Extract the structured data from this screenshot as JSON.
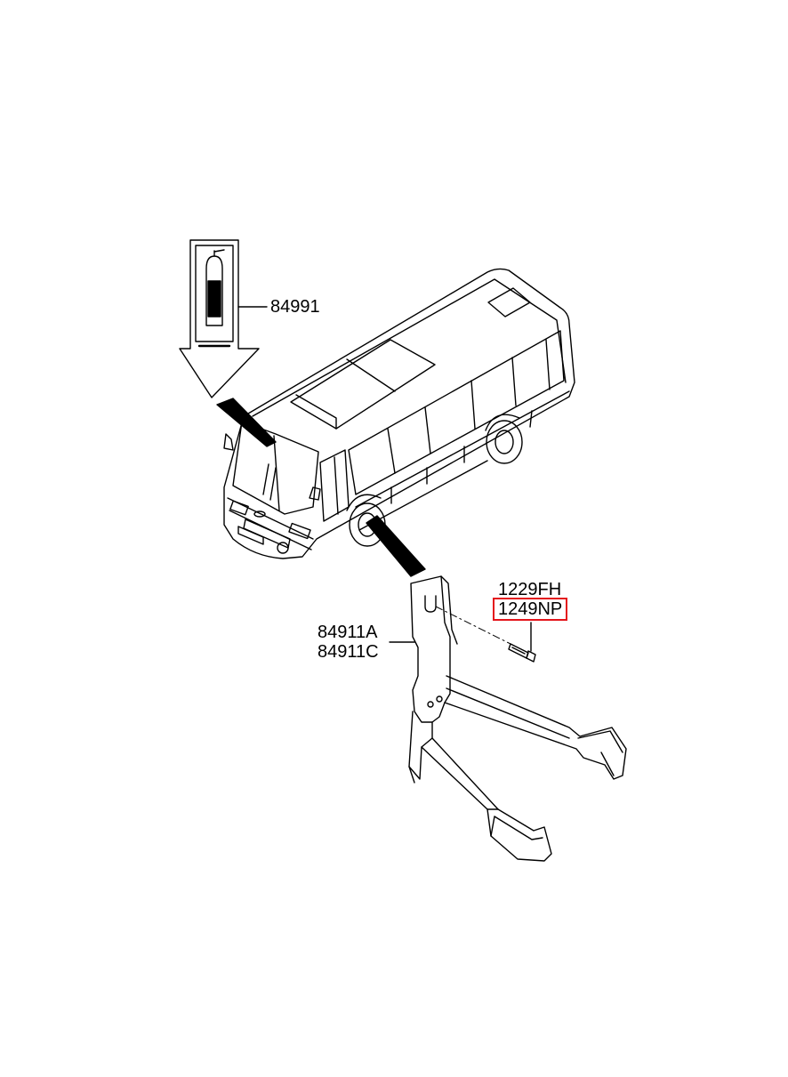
{
  "labels": {
    "decal": "84991",
    "bracket_a": "84911A",
    "bracket_c": "84911C",
    "bolt_a": "1229FH",
    "bolt_b": "1249NP"
  },
  "highlight_color": "#e4141b",
  "icons": [
    "fire-extinguisher-icon",
    "bus-illustration",
    "bracket-illustration",
    "bolt-icon"
  ]
}
